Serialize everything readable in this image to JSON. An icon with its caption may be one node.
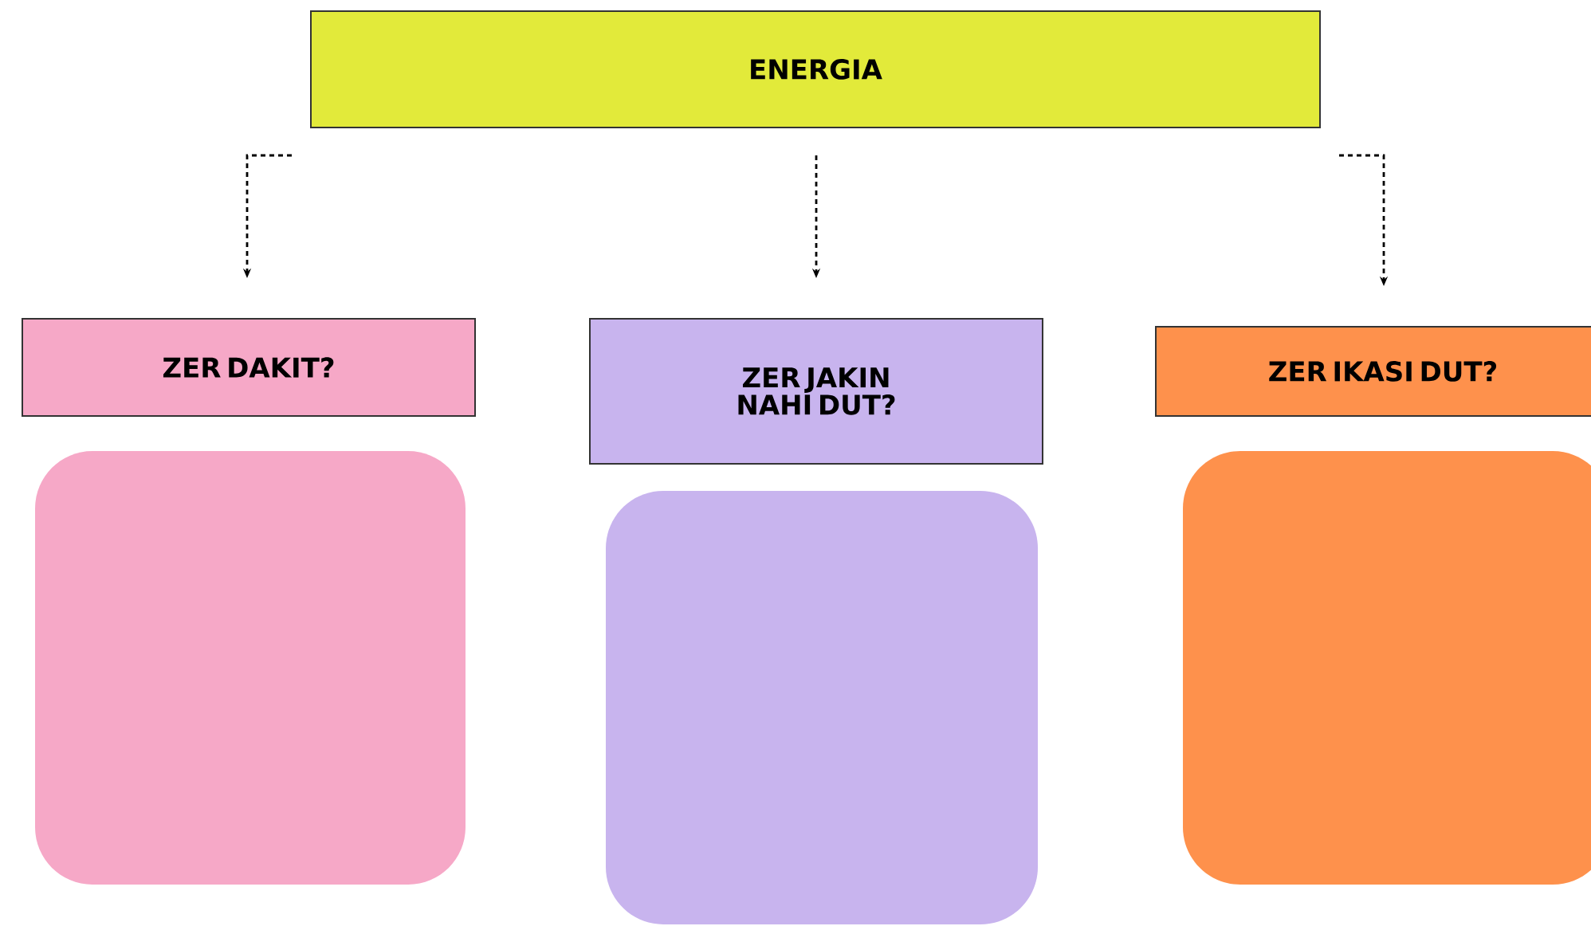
{
  "diagram": {
    "nodes": [
      {
        "text": [
          "ENERGIA"
        ]
      },
      {
        "text": [
          "ZER DAKIT?"
        ]
      },
      {
        "text": [
          "ZER JAKIN NAHI DUT?"
        ]
      },
      {
        "text": [
          "ZER IKASI DUT?"
        ]
      },
      {
        "text": [],
        "shape": "box"
      },
      {
        "text": [],
        "shape": "box"
      },
      {
        "text": [],
        "shape": "box"
      }
    ],
    "edges": [
      {
        "from": 0,
        "to": 1,
        "arrow": "to",
        "style": "dashed"
      },
      {
        "from": 0,
        "to": 2,
        "arrow": "to",
        "style": "dashed"
      },
      {
        "from": 0,
        "to": 3,
        "arrow": "to",
        "style": "dashed"
      }
    ]
  }
}
